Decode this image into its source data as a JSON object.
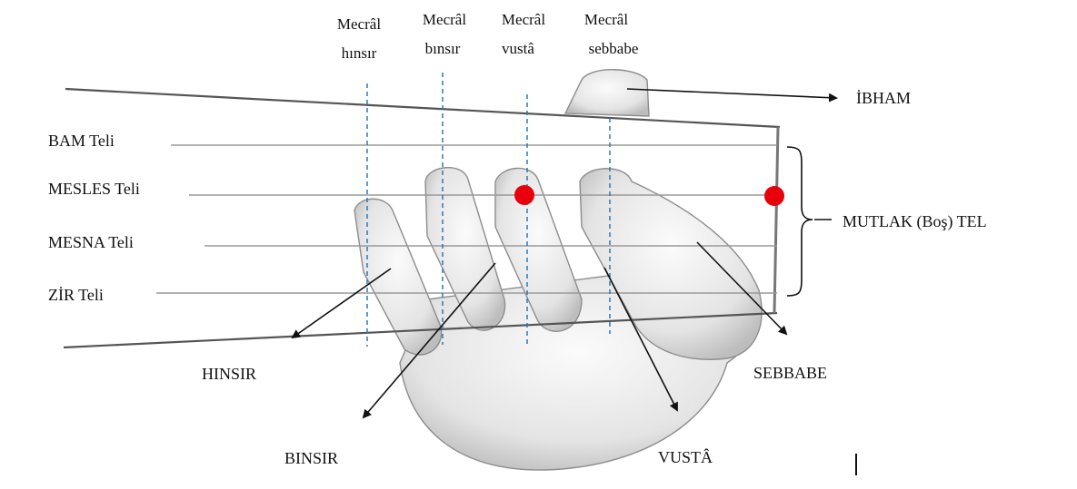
{
  "mecral_labels": [
    {
      "line1": "Mecrâl",
      "line2": "hınsır"
    },
    {
      "line1": "Mecrâl",
      "line2": "bınsır"
    },
    {
      "line1": "Mecrâl",
      "line2": "vustâ"
    },
    {
      "line1": "Mecrâl",
      "line2": "sebbabe"
    }
  ],
  "strings": [
    "BAM Teli",
    "MESLES Teli",
    "MESNA Teli",
    "ZİR Teli"
  ],
  "ibham": "İBHAM",
  "mutlak": "MUTLAK (Boş) TEL",
  "fingers": {
    "hinsir": "HINSIR",
    "binsir": "BINSIR",
    "vusta": "VUSTÂ",
    "sebbabe": "SEBBABE"
  },
  "colors": {
    "marker": "#e8000b",
    "guide": "#2a78b8",
    "line": "#111111",
    "string": "#9a9a9a",
    "hand": "#cfcfcf"
  }
}
